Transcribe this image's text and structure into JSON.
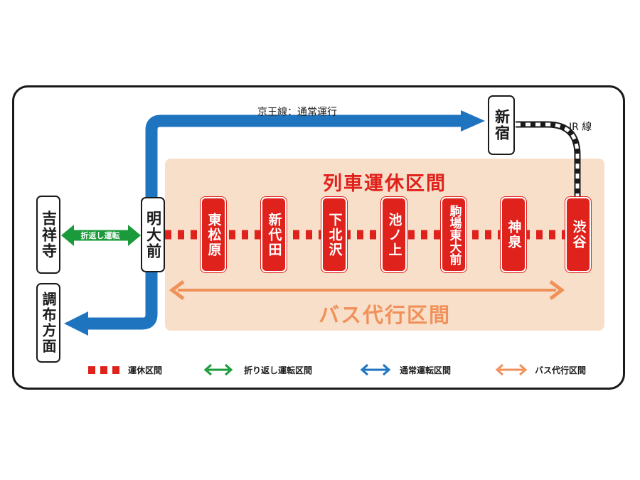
{
  "colors": {
    "suspension": "#e0221c",
    "turnback": "#1a9a3a",
    "normal": "#1f74c0",
    "bus": "#f0915a",
    "zone_fill": "#f8dfca"
  },
  "labels": {
    "keio_line": "京王線：通常運行",
    "jr_line": "JR 線",
    "suspension_section": "列車運休区間",
    "bus_section": "バス代行区間",
    "turnback_arrow": "折返し運転"
  },
  "stations": {
    "kichijoji": "吉祥寺",
    "chofu": "調布方面",
    "meidaimae": "明大前",
    "shinjuku": "新宿",
    "suspended": [
      "東松原",
      "新代田",
      "下北沢",
      "池ノ上",
      "駒場東大前",
      "神泉",
      "渋谷"
    ]
  },
  "legend": [
    {
      "label": "運休区間",
      "icon": "dashed-red-line-icon"
    },
    {
      "label": "折り返し運転区間",
      "icon": "green-double-arrow-icon"
    },
    {
      "label": "通常運転区間",
      "icon": "blue-double-arrow-icon"
    },
    {
      "label": "バス代行区間",
      "icon": "orange-double-arrow-icon"
    }
  ]
}
